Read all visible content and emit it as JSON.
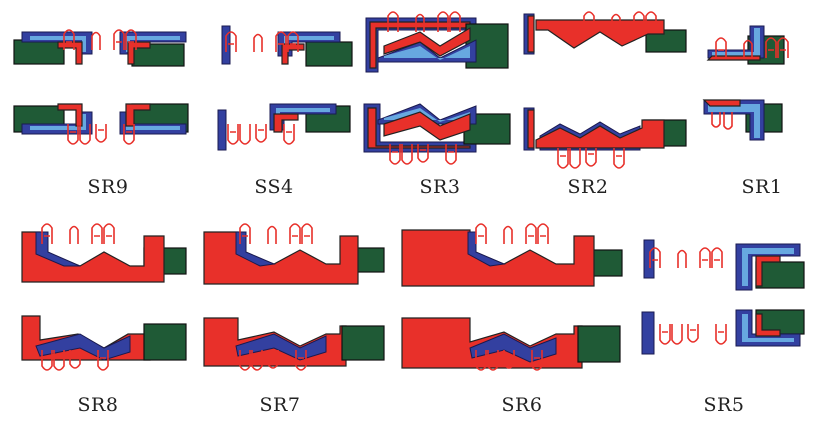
{
  "figure": {
    "panels": [
      {
        "id": "SR9",
        "label": "SR9"
      },
      {
        "id": "SS4",
        "label": "SS4"
      },
      {
        "id": "SR3",
        "label": "SR3"
      },
      {
        "id": "SR2",
        "label": "SR2"
      },
      {
        "id": "SR1",
        "label": "SR1"
      },
      {
        "id": "SR8",
        "label": "SR8"
      },
      {
        "id": "SR7",
        "label": "SR7"
      },
      {
        "id": "SR6",
        "label": "SR6"
      },
      {
        "id": "SR5",
        "label": "SR5"
      }
    ],
    "colors": {
      "red": "#e8302a",
      "green": "#1f5a36",
      "blue": "#3340a0",
      "light_blue": "#67a8e0",
      "outline": "#222222"
    }
  }
}
